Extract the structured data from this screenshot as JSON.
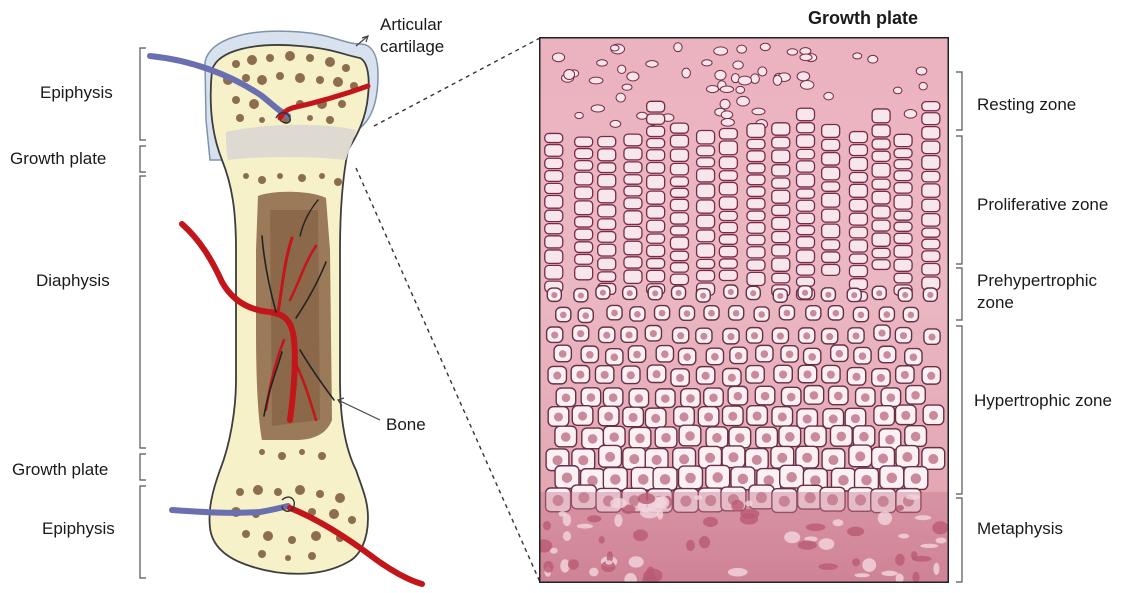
{
  "diagram": {
    "title": "Growth plate",
    "bone_labels": {
      "epiphysis_top": "Epiphysis",
      "growth_plate_top": "Growth plate",
      "diaphysis": "Diaphysis",
      "growth_plate_bottom": "Growth plate",
      "epiphysis_bottom": "Epiphysis",
      "articular_cartilage": "Articular\ncartilage",
      "bone": "Bone"
    },
    "zones": [
      {
        "label": "Resting zone"
      },
      {
        "label": "Proliferative zone"
      },
      {
        "label": "Prehypertrophic\nzone"
      },
      {
        "label": "Hypertrophic zone"
      },
      {
        "label": "Metaphysis"
      }
    ],
    "colors": {
      "cartilage_outline": "#c9d6e6",
      "bone_fill": "#f5f0c8",
      "marrow": "#8d6b4e",
      "growth_plate_band": "#dcd8d2",
      "artery": "#c2161b",
      "vein": "#6a6fb0",
      "histology_bg": "#e8a9b5",
      "cell": "#f7e6ec",
      "nucleus": "#7a2a45"
    }
  }
}
